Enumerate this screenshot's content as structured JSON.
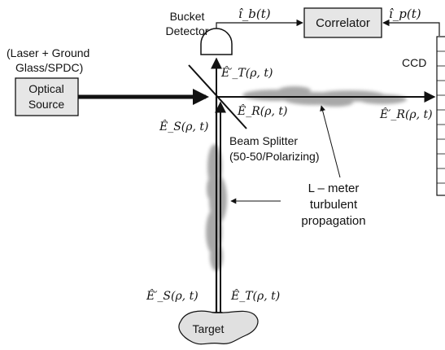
{
  "labels": {
    "bucket_detector_line1": "Bucket",
    "bucket_detector_line2": "Detector",
    "correlator": "Correlator",
    "laser_line1": "(Laser + Ground",
    "laser_line2": "Glass/SPDC)",
    "optical_source_line1": "Optical",
    "optical_source_line2": "Source",
    "ccd": "CCD",
    "beam_splitter_line1": "Beam Splitter",
    "beam_splitter_line2": "(50-50/Polarizing)",
    "turbulence_line1": "L – meter",
    "turbulence_line2": "turbulent",
    "turbulence_line3": "propagation",
    "target": "Target"
  },
  "signals": {
    "i_b": "î_b(t)",
    "i_p": "î_p(t)",
    "e_t_prime": "Ê′_T(ρ, t)",
    "e_r": "Ê_R(ρ, t)",
    "e_r_prime": "Ê′_R(ρ, t)",
    "e_s": "Ê_S(ρ, t)",
    "e_s_prime": "Ê′_S(ρ, t)",
    "e_t": "Ê_T(ρ, t)"
  },
  "colors": {
    "box_fill": "#e6e6e6",
    "stroke": "#111111",
    "turbulence": "#9a9a9a"
  }
}
